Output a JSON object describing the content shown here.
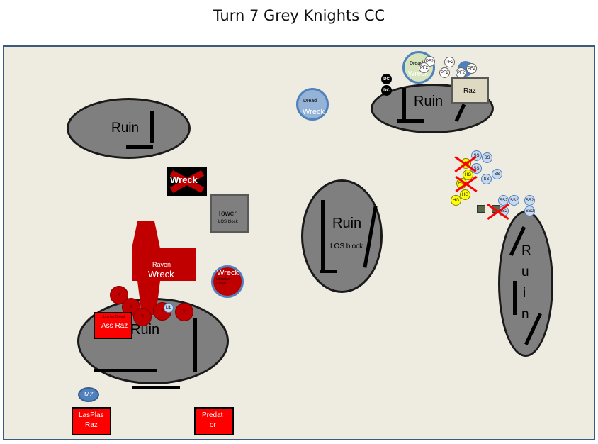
{
  "title": "Turn 7 Grey Knights CC",
  "labels": {
    "ruin": "Ruin",
    "los_block": "LOS block",
    "wreck": "Wreck",
    "tower": "Tower",
    "tower_los": "LOS block",
    "raven": "Raven",
    "dread": "Dread",
    "raz": "Raz",
    "ass_raz": "Ass Raz",
    "ass_raz_small": "Librarian Dread",
    "lasplas_raz_line1": "LasPlas",
    "lasplas_raz_line2": "Raz",
    "predator_line1": "Predat",
    "predator_line2": "or",
    "mz": "MZ",
    "librarian_dread_small": "Librarian Dread",
    "ruin_vertical": [
      "R",
      "u",
      "i",
      "n"
    ]
  },
  "tokens": {
    "ss": "SS",
    "ss2": "SS2",
    "hg": "HG",
    "pf2": "PF2",
    "dc": "DC",
    "lib": "Lib",
    "y": "Y"
  },
  "colors": {
    "terrain": "#7f7f7f",
    "board": "#eeece1",
    "border": "#3b5a7f",
    "red": "#c00000",
    "black_wreck": "#000000",
    "blue": "#4f81bd",
    "light_blue": "#c6d9f1",
    "yellow": "#ffff00",
    "tower": "#7f7f7f",
    "raz_tan": "#ddd9c3"
  }
}
